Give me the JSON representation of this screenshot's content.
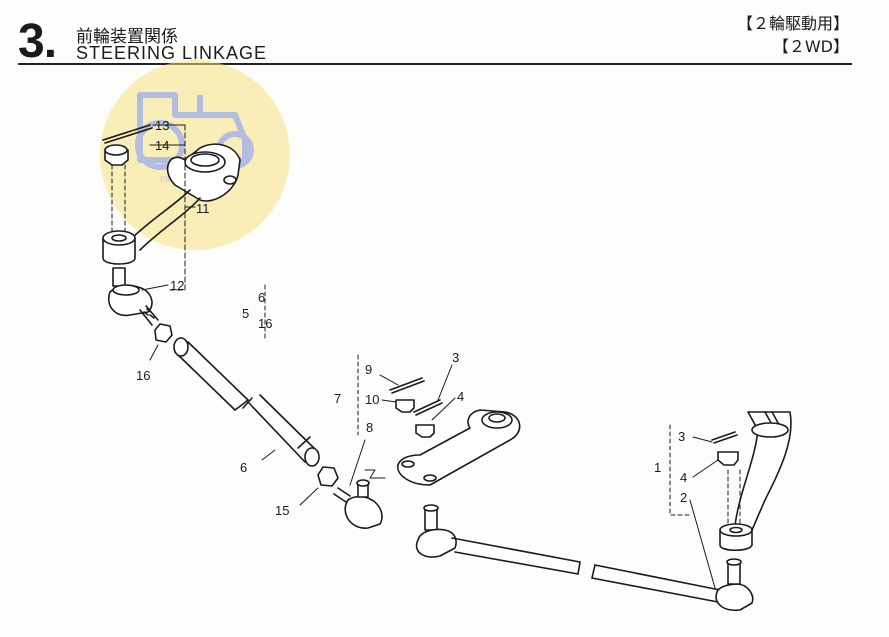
{
  "header": {
    "section_number": "3.",
    "title_jp": "前輪装置関係",
    "title_en": "STEERING  LINKAGE",
    "tag_drive_jp": "【２輪駆動用】",
    "tag_drive_en": "【２WD】"
  },
  "callouts": {
    "c1": "1",
    "c2": "2",
    "c3a": "3",
    "c4a": "4",
    "c3b": "3",
    "c4b": "4",
    "c5": "5",
    "c6a": "6",
    "c16a": "16",
    "c6b": "6",
    "c7": "7",
    "c8": "8",
    "c9": "9",
    "c10": "10",
    "c11": "11",
    "c12": "12",
    "c13": "13",
    "c14": "14",
    "c15": "15",
    "c16b": "16"
  },
  "colors": {
    "line": "#1b1b1b",
    "watermark_circle": "#f5df7a",
    "watermark_tractor": "#9aa8d6"
  },
  "icons": {
    "watermark": "tractor-watermark-icon"
  }
}
